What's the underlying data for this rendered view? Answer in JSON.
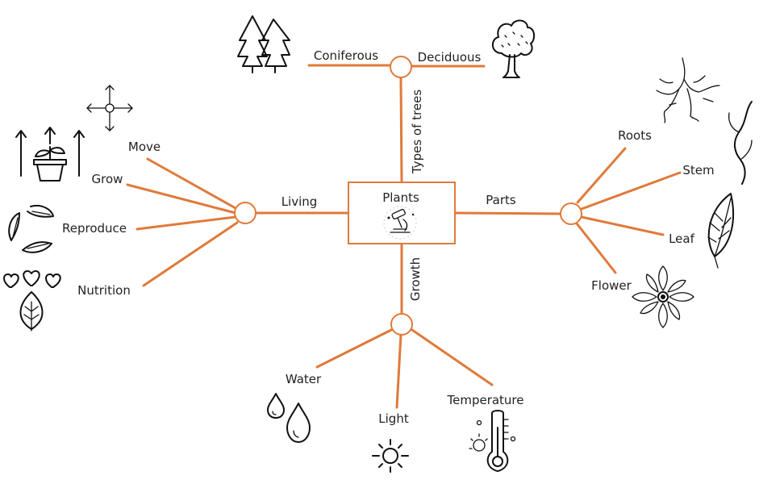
{
  "center": {
    "label": "Plants"
  },
  "branches": {
    "living": "Living",
    "parts": "Parts",
    "types": "Types of trees",
    "growth": "Growth"
  },
  "living_items": [
    "Move",
    "Grow",
    "Reproduce",
    "Nutrition"
  ],
  "parts_items": [
    "Roots",
    "Stem",
    "Leaf",
    "Flower"
  ],
  "tree_types": [
    "Coniferous",
    "Deciduous"
  ],
  "growth_items": [
    "Water",
    "Light",
    "Temperature"
  ],
  "colors": {
    "accent": "#e07a3a",
    "ink": "#111111"
  },
  "icons": {
    "center": "microscope-icon",
    "move": "move-arrows-icon",
    "grow": "potted-plant-growth-icon",
    "reproduce": "recycle-leaves-icon",
    "nutrition": "hearts-leaf-icon",
    "coniferous": "pine-trees-icon",
    "deciduous": "deciduous-tree-icon",
    "roots": "roots-icon",
    "stem": "stem-icon",
    "leaf": "leaf-icon",
    "flower": "flower-icon",
    "water": "water-drops-icon",
    "light": "sun-icon",
    "temperature": "thermometer-icon"
  }
}
